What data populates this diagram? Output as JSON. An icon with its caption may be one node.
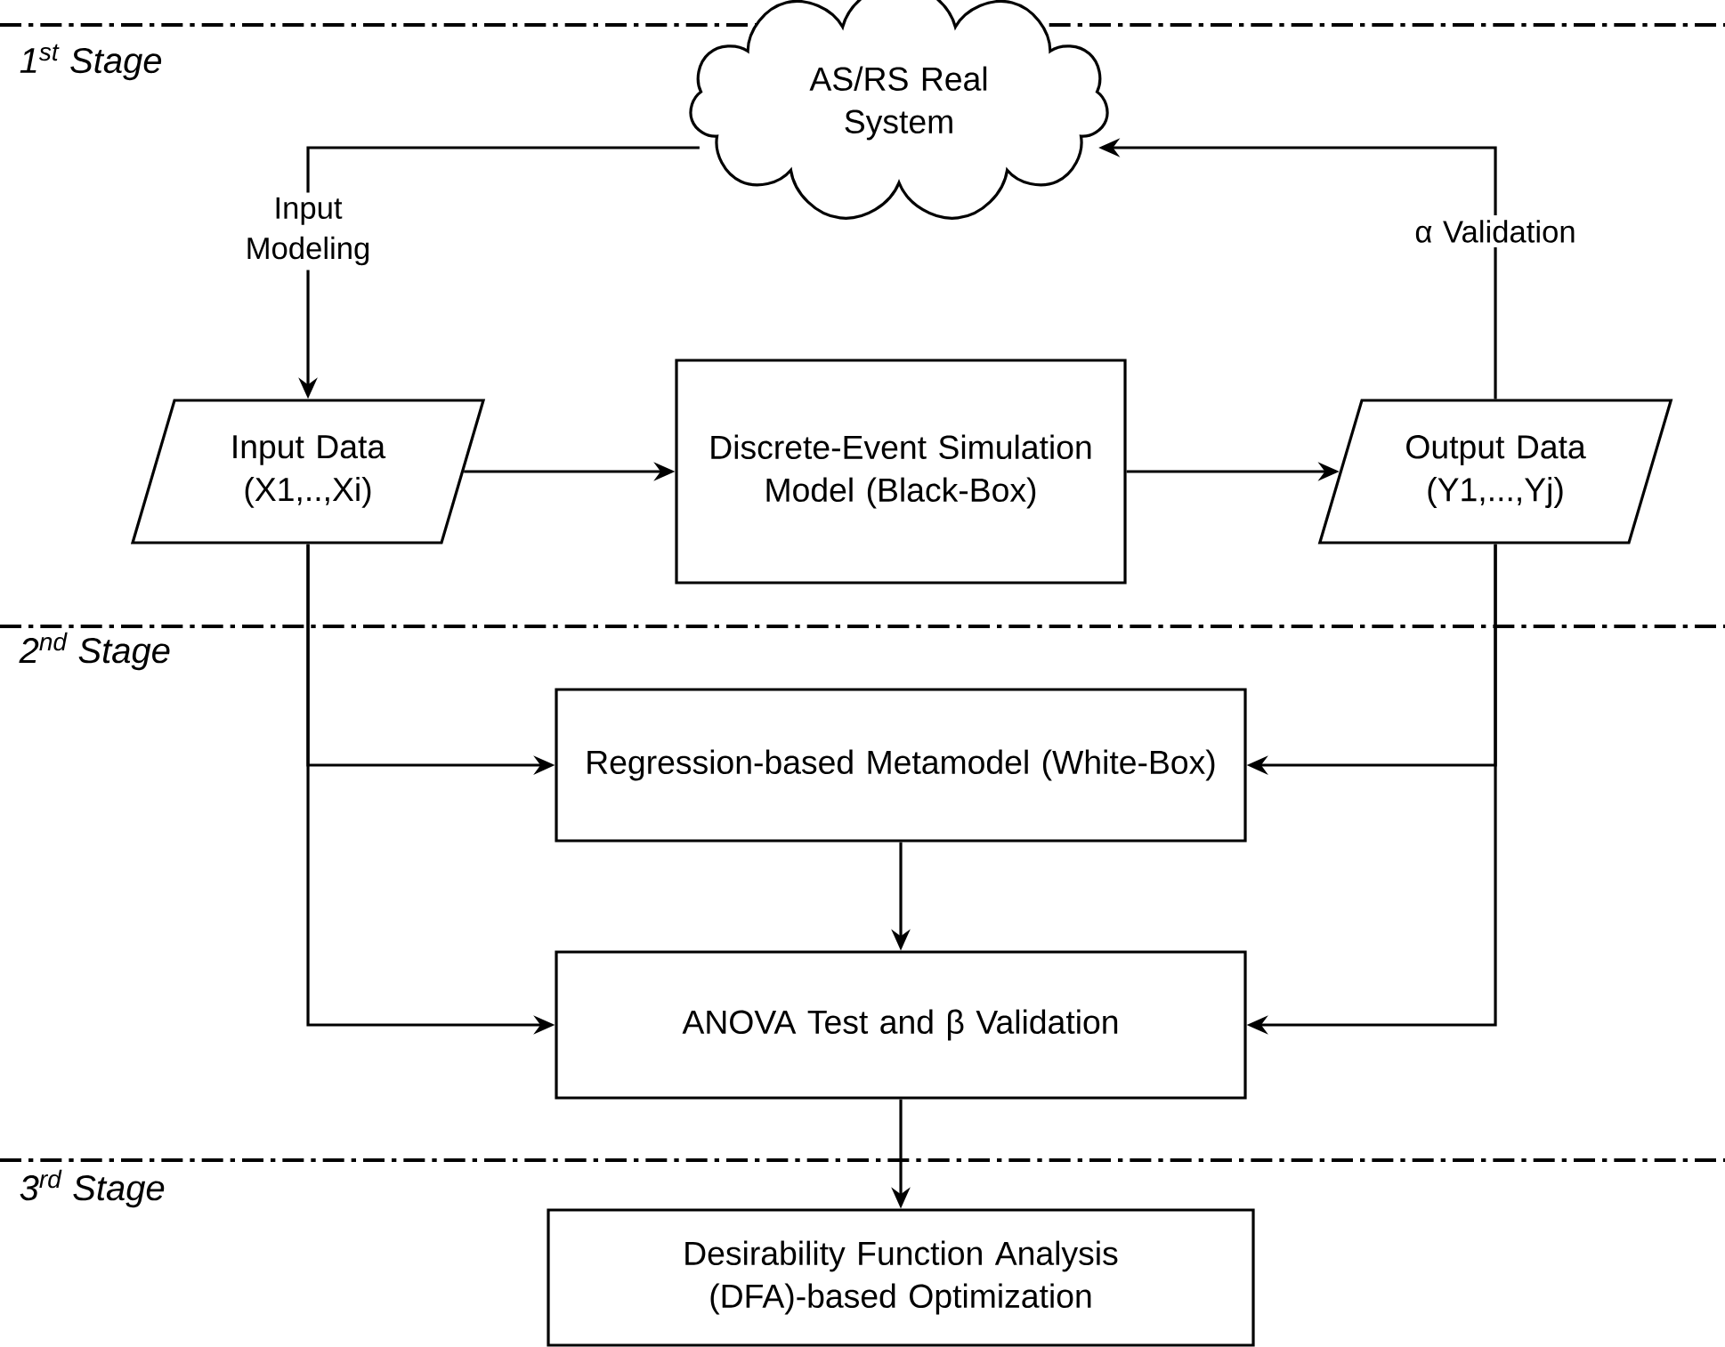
{
  "diagram": {
    "nodes": [
      {
        "text": [
          "AS/RS Real System"
        ]
      },
      {
        "text": [
          "Input Data (X1,..,Xi)"
        ]
      },
      {
        "text": [
          "Discrete-Event Simulation Model (Black-Box)"
        ]
      },
      {
        "text": [
          "Output Data (Y1,...,Yj)"
        ]
      },
      {
        "text": [
          "Regression-based Metamodel (White-Box)"
        ]
      },
      {
        "text": [
          "ANOVA Test and β Validation"
        ]
      },
      {
        "text": [
          "Desirability Function Analysis (DFA)-based Optimization"
        ]
      }
    ],
    "edges": [
      {
        "from": 0,
        "to": 1,
        "arrow": "to",
        "label": "Input Modeling"
      },
      {
        "from": 1,
        "to": 2,
        "arrow": "to"
      },
      {
        "from": 2,
        "to": 3,
        "arrow": "to"
      },
      {
        "from": 3,
        "to": 0,
        "arrow": "to",
        "label": "α Validation"
      },
      {
        "from": 1,
        "to": 4,
        "arrow": "to"
      },
      {
        "from": 1,
        "to": 5,
        "arrow": "to"
      },
      {
        "from": 3,
        "to": 4,
        "arrow": "to"
      },
      {
        "from": 3,
        "to": 5,
        "arrow": "to"
      },
      {
        "from": 4,
        "to": 5,
        "arrow": "to"
      },
      {
        "from": 5,
        "to": 6,
        "arrow": "to"
      }
    ],
    "labels": [
      "1$^{st}$ Stage",
      "2$^{nd}$ Stage",
      "3$^{rd}$ Stage"
    ]
  }
}
